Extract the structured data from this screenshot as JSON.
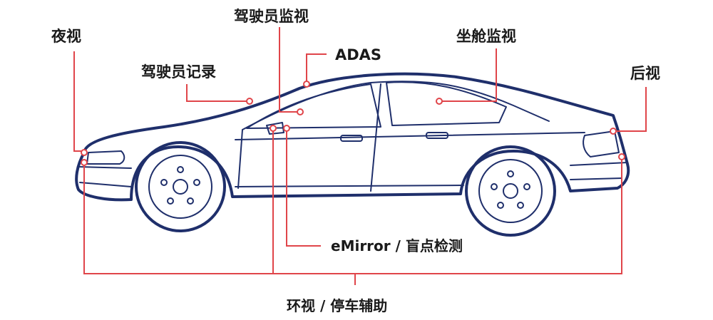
{
  "labels": {
    "night_vision": "夜视",
    "driver_monitoring": "驾驶员监视",
    "adas": "ADAS",
    "cabin_monitoring": "坐舱监视",
    "driver_recording": "驾驶员记录",
    "rear_view": "后视",
    "emirror_blindspot": "eMirror / 盲点检测",
    "surround_parking": "环视 / 停车辅助"
  },
  "colors": {
    "car_outline": "#1f2f6b",
    "leader_line": "#e0454a",
    "label_text": "#1a1a1a"
  }
}
